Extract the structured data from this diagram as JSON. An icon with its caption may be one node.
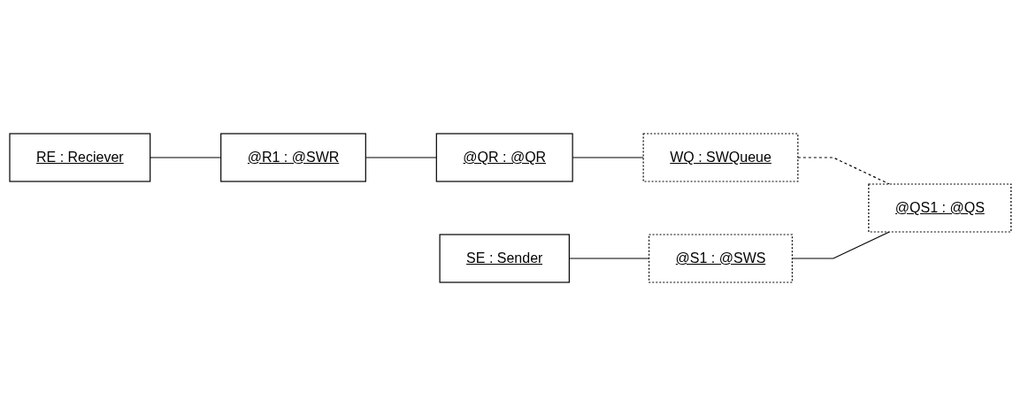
{
  "diagram": {
    "nodes": [
      {
        "text": [
          "RE : Reciever"
        ]
      },
      {
        "text": [
          "@R1 : @SWR"
        ]
      },
      {
        "text": [
          "@QR : @QR"
        ]
      },
      {
        "text": [
          "WQ : SWQueue"
        ]
      },
      {
        "text": [
          "SE : Sender"
        ]
      },
      {
        "text": [
          "@S1 : @SWS"
        ]
      },
      {
        "text": [
          "@QS1 : @QS"
        ]
      }
    ],
    "edges": [
      {
        "from": 0,
        "to": 1,
        "arrow": "none"
      },
      {
        "from": 1,
        "to": 2,
        "arrow": "none"
      },
      {
        "from": 2,
        "to": 3,
        "arrow": "none"
      },
      {
        "from": 3,
        "to": 6,
        "arrow": "none",
        "style": "dashed"
      },
      {
        "from": 5,
        "to": 6,
        "arrow": "none"
      },
      {
        "from": 4,
        "to": 5,
        "arrow": "none"
      }
    ]
  }
}
